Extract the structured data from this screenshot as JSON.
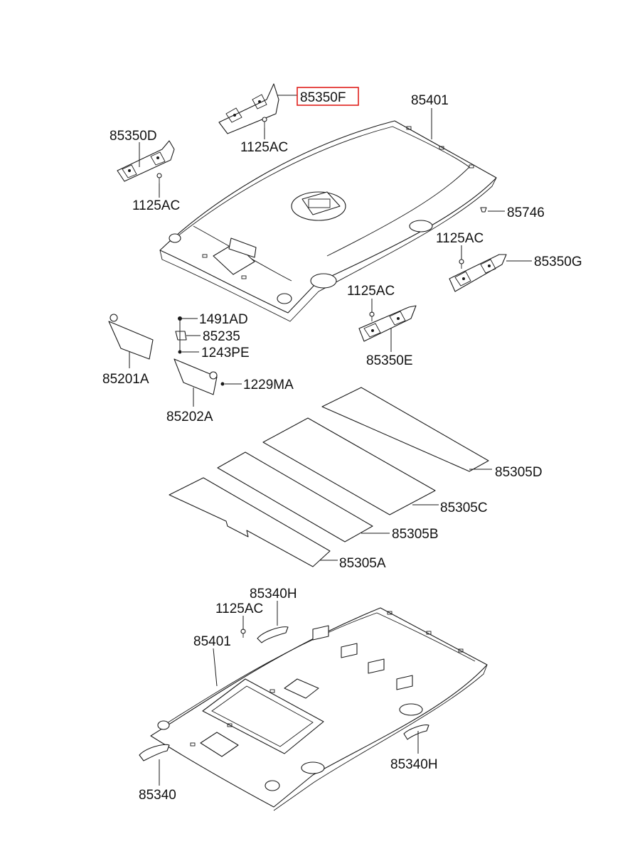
{
  "highlight_color": "#e0201c",
  "labels": {
    "p85350F": "85350F",
    "p85401_top": "85401",
    "p1125AC_a": "1125AC",
    "p85350D": "85350D",
    "p1125AC_b": "1125AC",
    "p85746": "85746",
    "p1125AC_c": "1125AC",
    "p85350G": "85350G",
    "p1125AC_d": "1125AC",
    "p85350E": "85350E",
    "p1491AD": "1491AD",
    "p85235": "85235",
    "p1243PE": "1243PE",
    "p85201A": "85201A",
    "p1229MA": "1229MA",
    "p85202A": "85202A",
    "p85305D": "85305D",
    "p85305C": "85305C",
    "p85305B": "85305B",
    "p85305A": "85305A",
    "p85340H_top": "85340H",
    "p1125AC_e": "1125AC",
    "p85401_bottom": "85401",
    "p85340H_bottom": "85340H",
    "p85340": "85340"
  }
}
